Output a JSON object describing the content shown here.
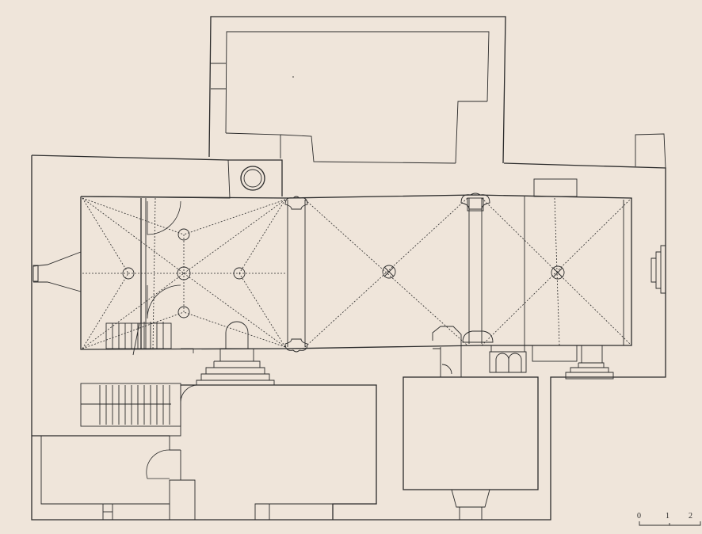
{
  "scale_bar": {
    "labels": [
      "0",
      "1",
      "2"
    ]
  }
}
